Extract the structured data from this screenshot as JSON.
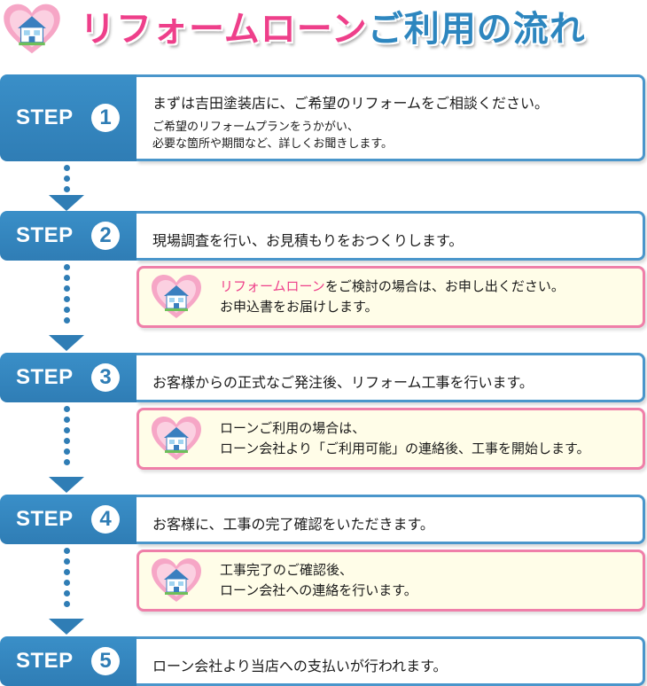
{
  "title": {
    "pink": "リフォームローン",
    "blue": "ご利用の流れ"
  },
  "steps": [
    {
      "word": "STEP",
      "num": "1",
      "main": "まずは吉田塗装店に、ご希望のリフォームをご相談ください。",
      "sub1": "ご希望のリフォームプランをうかがい、",
      "sub2": "必要な箇所や期間など、詳しくお聞きします。"
    },
    {
      "word": "STEP",
      "num": "2",
      "main": "現場調査を行い、お見積もりをおつくりします。"
    },
    {
      "word": "STEP",
      "num": "3",
      "main": "お客様からの正式なご発注後、リフォーム工事を行います。"
    },
    {
      "word": "STEP",
      "num": "4",
      "main": "お客様に、工事の完了確認をいただきます。"
    },
    {
      "word": "STEP",
      "num": "5",
      "main": "ローン会社より当店への支払いが行われます。"
    }
  ],
  "notes": [
    {
      "highlight": "リフォームローン",
      "line1_rest": "をご検討の場合は、お申し出ください。",
      "line2": "お申込書をお届けします。"
    },
    {
      "line1": "ローンご利用の場合は、",
      "line2": "ローン会社より「ご利用可能」の連絡後、工事を開始します。"
    },
    {
      "line1": "工事完了のご確認後、",
      "line2": "ローン会社への連絡を行います。"
    }
  ],
  "icons": {
    "heart_house": "heart-house-icon"
  },
  "colors": {
    "step_blue": "#2f7db5",
    "note_border": "#ef7fa9",
    "note_bg": "#fffde8",
    "highlight_pink": "#ee3f8a"
  }
}
